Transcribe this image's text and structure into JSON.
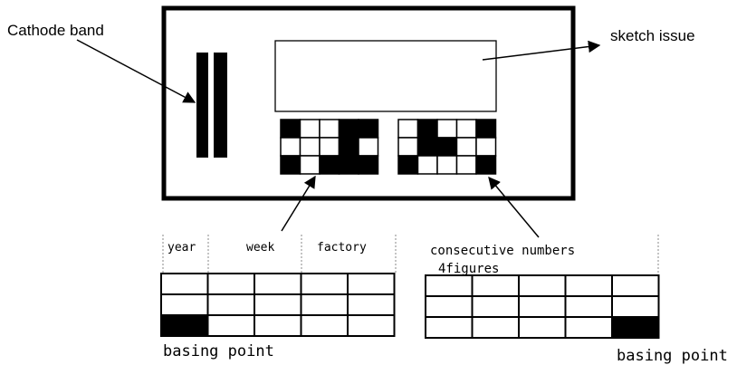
{
  "labels": {
    "cathode_band": "Cathode band",
    "sketch_issue": "sketch issue",
    "consecutive_numbers": "consecutive numbers",
    "four_figures": "4figures",
    "basing_point_left": "basing point",
    "basing_point_right": "basing point"
  },
  "date_code_headers": [
    {
      "key": "year",
      "label": "year"
    },
    {
      "key": "week",
      "label": "week"
    },
    {
      "key": "factory",
      "label": "factory"
    }
  ],
  "marking_pattern_left": [
    [
      1,
      0,
      0,
      1,
      1
    ],
    [
      0,
      0,
      0,
      1,
      0
    ],
    [
      1,
      0,
      1,
      1,
      1
    ]
  ],
  "marking_pattern_right": [
    [
      0,
      1,
      0,
      0,
      1
    ],
    [
      0,
      1,
      1,
      0,
      0
    ],
    [
      1,
      0,
      0,
      0,
      1
    ]
  ],
  "reading_grid_left": [
    [
      0,
      0,
      0,
      0,
      0
    ],
    [
      0,
      0,
      0,
      0,
      0
    ],
    [
      1,
      0,
      0,
      0,
      0
    ]
  ],
  "reading_grid_right": [
    [
      0,
      0,
      0,
      0,
      0
    ],
    [
      0,
      0,
      0,
      0,
      0
    ],
    [
      0,
      0,
      0,
      0,
      1
    ]
  ],
  "colors": {
    "ink": "#000000",
    "paper": "#ffffff"
  }
}
